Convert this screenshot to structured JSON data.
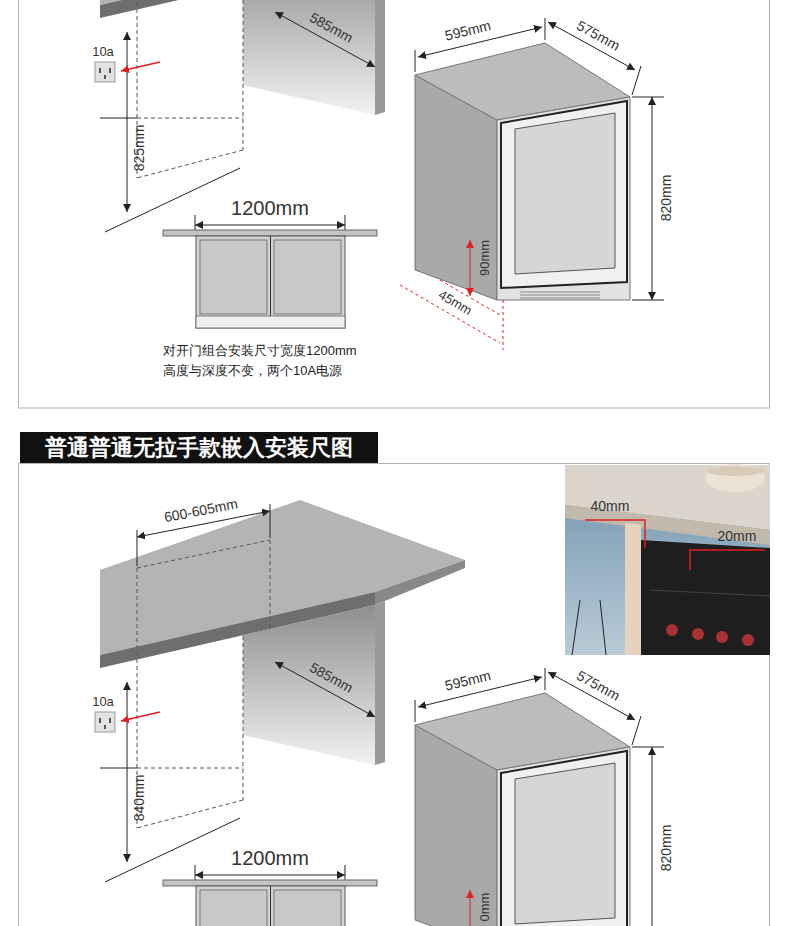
{
  "diagram": {
    "title": "普通普通无拉手款嵌入安装尺图",
    "labels": [
      "585mm",
      "10a",
      "825mm",
      "1200mm",
      "595mm",
      "575mm",
      "820mm",
      "90mm",
      "45mm",
      "对开门组合安装尺寸宽度1200mm",
      "高度与深度不变，两个10A电源",
      "600-605mm",
      "40mm",
      "20mm",
      "585mm",
      "10a",
      "595mm",
      "575mm",
      "840mm",
      "820mm",
      "1200mm",
      "0mm"
    ]
  }
}
